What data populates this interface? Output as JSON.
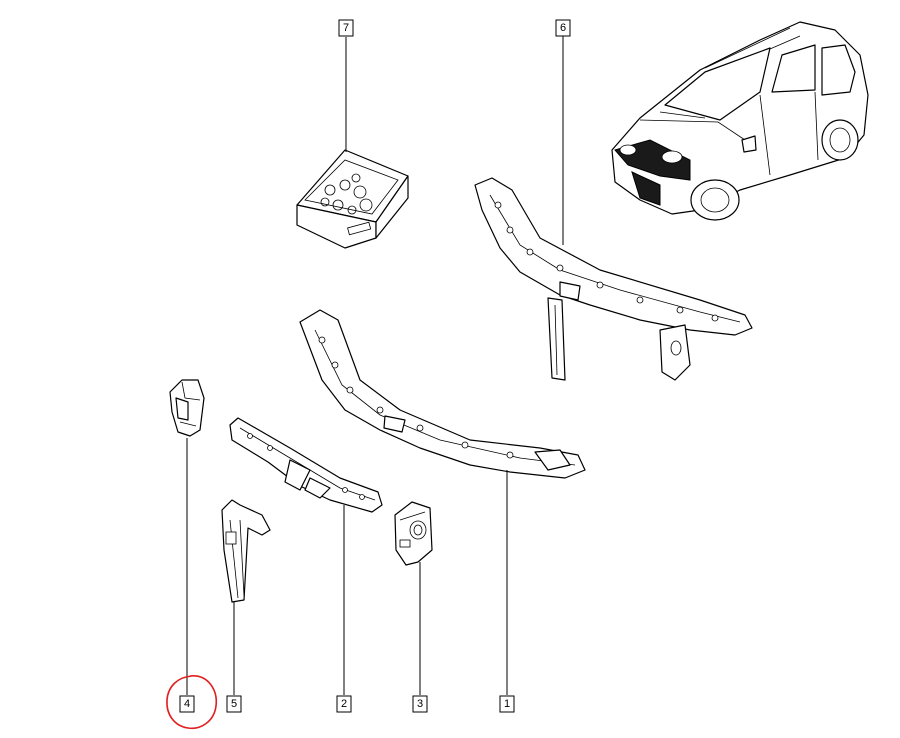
{
  "callouts": {
    "c1": "1",
    "c2": "2",
    "c3": "3",
    "c4": "4",
    "c5": "5",
    "c6": "6",
    "c7": "7"
  },
  "colors": {
    "line": "#000000",
    "background": "#ffffff",
    "highlight_circle": "#e02020"
  }
}
